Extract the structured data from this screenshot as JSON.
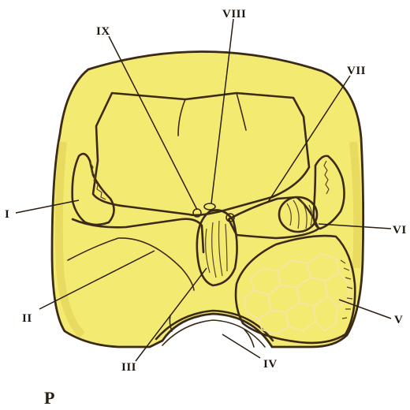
{
  "figure": {
    "labels": [
      {
        "id": "I",
        "text": "I"
      },
      {
        "id": "II",
        "text": "II"
      },
      {
        "id": "III",
        "text": "III"
      },
      {
        "id": "IV",
        "text": "IV"
      },
      {
        "id": "V",
        "text": "V"
      },
      {
        "id": "VI",
        "text": "VI"
      },
      {
        "id": "VII",
        "text": "VII"
      },
      {
        "id": "VIII",
        "text": "VIII"
      },
      {
        "id": "IX",
        "text": "IX"
      }
    ],
    "corner_mark": "P"
  },
  "colors": {
    "body_fill": "#f3ea72",
    "shading": "#d9c24a",
    "outline": "#3a2a16"
  }
}
